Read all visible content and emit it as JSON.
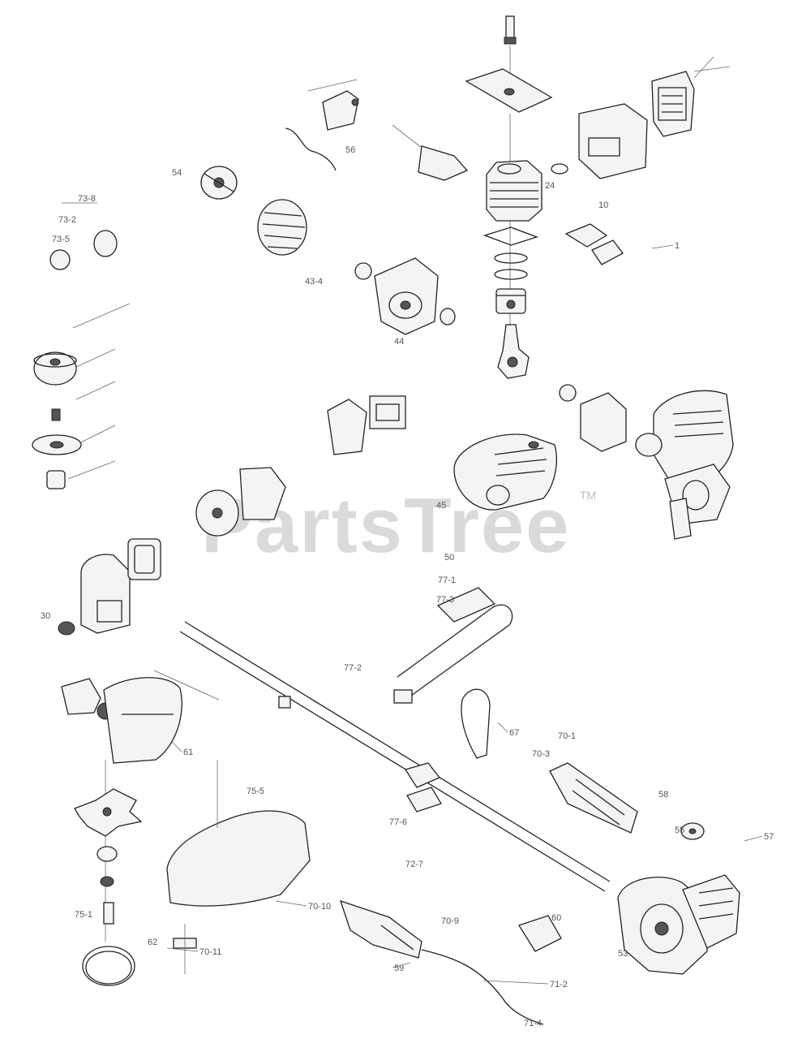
{
  "watermark": {
    "text": "PartsTree",
    "tm": "TM"
  },
  "labels": {
    "l43_4": "43-4",
    "l73_8": "73-8",
    "l73_5": "73-5",
    "l73_2": "73-2",
    "l77_1": "77-1",
    "l77_2": "77-2",
    "l77_3": "77-3",
    "l77_6": "77-6",
    "l72_7": "72-7",
    "l70_1": "70-1",
    "l70_3": "70-3",
    "l70_9": "70-9",
    "l70_10": "70-10",
    "l70_11": "70-11",
    "l71_2": "71-2",
    "l71_4": "71-4",
    "l75_1": "75-1",
    "l75_5": "75-5",
    "l59": "59",
    "l57": "57",
    "l55": "55",
    "l54": "54",
    "l56": "56",
    "l61": "61",
    "l67": "67",
    "l1": "1",
    "l10": "10",
    "l24": "24",
    "l30": "30",
    "l44": "44",
    "l45": "45",
    "l50": "50",
    "l53": "53",
    "l58": "58",
    "l60": "60",
    "l62": "62"
  }
}
